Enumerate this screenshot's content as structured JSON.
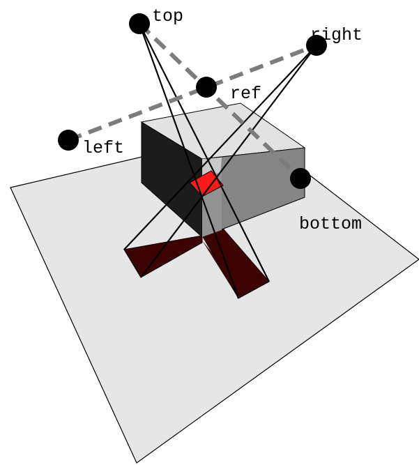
{
  "labels": {
    "top": "top",
    "right": "right",
    "ref": "ref",
    "left": "left",
    "bottom": "bottom"
  },
  "colors": {
    "plane": "#e6e6e6",
    "box_top": "#e2e2e2",
    "box_front_dark": "#1c1c1c",
    "box_right": "#858585",
    "red_patch": "#ff1a1a",
    "shadow": "#3d0303",
    "dashed_link": "#7c7c7c",
    "point": "#000000"
  }
}
